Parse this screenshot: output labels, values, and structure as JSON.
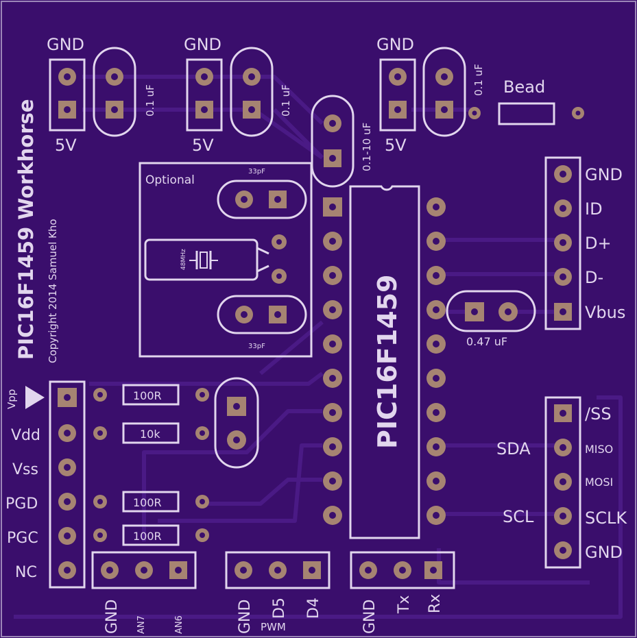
{
  "board": {
    "title": "PIC16F1459 Workhorse",
    "copyright": "Copyright 2014 Samuel Kho",
    "chip_label": "PIC16F1459",
    "optional_label": "Optional",
    "colors": {
      "board": "#3b0f6e",
      "silk": "#e2d6ee",
      "pad": "#a68472",
      "trace": "#43177a"
    }
  },
  "power_headers": [
    {
      "top": "GND",
      "bottom": "5V",
      "cap": "0.1 uF"
    },
    {
      "top": "GND",
      "bottom": "5V",
      "cap": "0.1 uF"
    },
    {
      "top": "GND",
      "bottom": "5V",
      "cap": "0.1 uF"
    }
  ],
  "bulk_cap": "0.1-10 uF",
  "bead_label": "Bead",
  "crystal": {
    "label": "48MHz",
    "cap_top": "33pF",
    "cap_bottom": "33pF"
  },
  "usb_header": [
    "GND",
    "ID",
    "D+",
    "D-",
    "Vbus"
  ],
  "vusb_cap": "0.47 uF",
  "icsp_header": [
    "Vpp",
    "Vdd",
    "Vss",
    "PGD",
    "PGC",
    "NC"
  ],
  "resistors": [
    "100R",
    "10k",
    "100R",
    "100R"
  ],
  "spi_header": [
    "/SS",
    "MISO",
    "MOSI",
    "SCLK",
    "GND"
  ],
  "i2c_labels": {
    "sda": "SDA",
    "scl": "SCL"
  },
  "bottom_headers": [
    {
      "pins": [
        "GND",
        "AN7",
        "AN6"
      ],
      "caption": ""
    },
    {
      "pins": [
        "GND",
        "D5",
        "D4"
      ],
      "caption": "PWM"
    },
    {
      "pins": [
        "GND",
        "Tx",
        "Rx"
      ],
      "caption": ""
    }
  ]
}
